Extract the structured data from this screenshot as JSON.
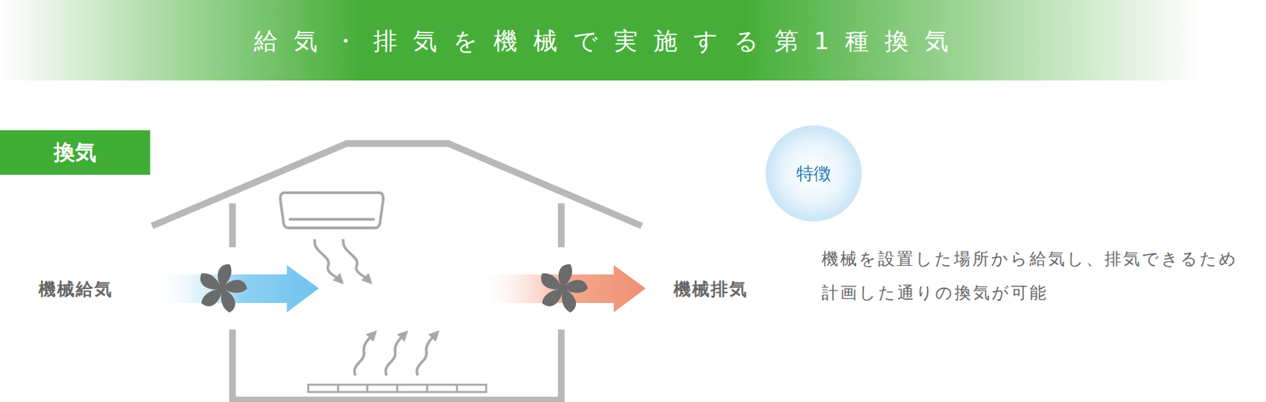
{
  "diagram": {
    "title": "給気・排気を機械で実施する第1種換気",
    "nodes": [
      {
        "text": [
          "換気"
        ]
      },
      {
        "text": [
          "特徴"
        ]
      }
    ],
    "labels": [
      "機械給気",
      "機械排気",
      "機械を設置した場所から給気し、排気できるため 計画した通りの換気が可能"
    ]
  }
}
